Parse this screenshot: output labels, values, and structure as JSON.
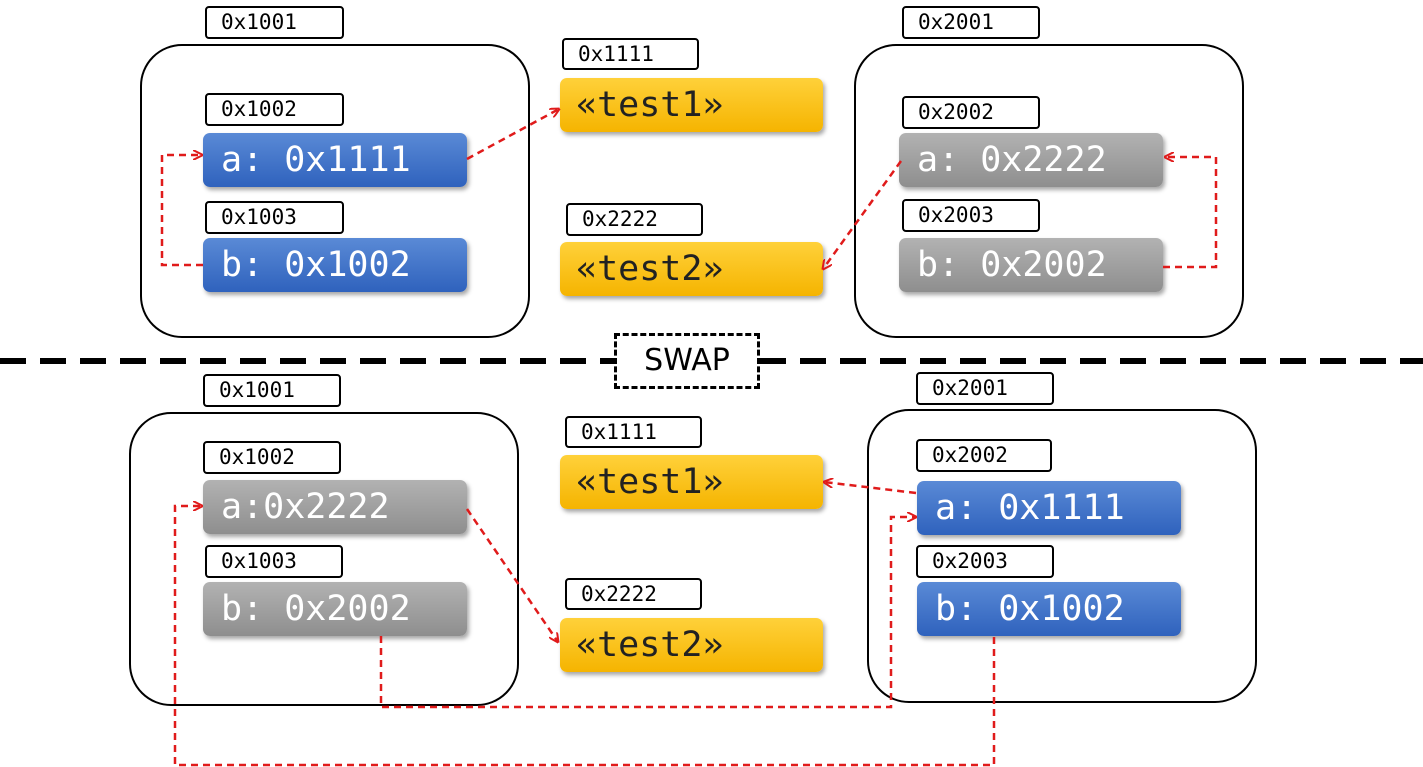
{
  "top": {
    "left_struct": {
      "address": "0x1001",
      "a": {
        "address": "0x1002",
        "label": "a: 0x1111"
      },
      "b": {
        "address": "0x1003",
        "label": "b: 0x1002"
      }
    },
    "right_struct": {
      "address": "0x2001",
      "a": {
        "address": "0x2002",
        "label": "a: 0x2222"
      },
      "b": {
        "address": "0x2003",
        "label": "b: 0x2002"
      }
    },
    "string1": {
      "address": "0x1111",
      "label": "«test1»"
    },
    "string2": {
      "address": "0x2222",
      "label": "«test2»"
    }
  },
  "divider": {
    "label": "SWAP"
  },
  "bottom": {
    "left_struct": {
      "address": "0x1001",
      "a": {
        "address": "0x1002",
        "label": "a:0x2222"
      },
      "b": {
        "address": "0x1003",
        "label": "b: 0x2002"
      }
    },
    "right_struct": {
      "address": "0x2001",
      "a": {
        "address": "0x2002",
        "label": "a: 0x1111"
      },
      "b": {
        "address": "0x2003",
        "label": "b: 0x1002"
      }
    },
    "string1": {
      "address": "0x1111",
      "label": "«test1»"
    },
    "string2": {
      "address": "0x2222",
      "label": "«test2»"
    }
  },
  "colors": {
    "pointer_arrow": "#e01b1b",
    "cell_blue": "#3a6cc4",
    "cell_gray": "#9e9e9e",
    "string_yellow": "#ffc000"
  }
}
